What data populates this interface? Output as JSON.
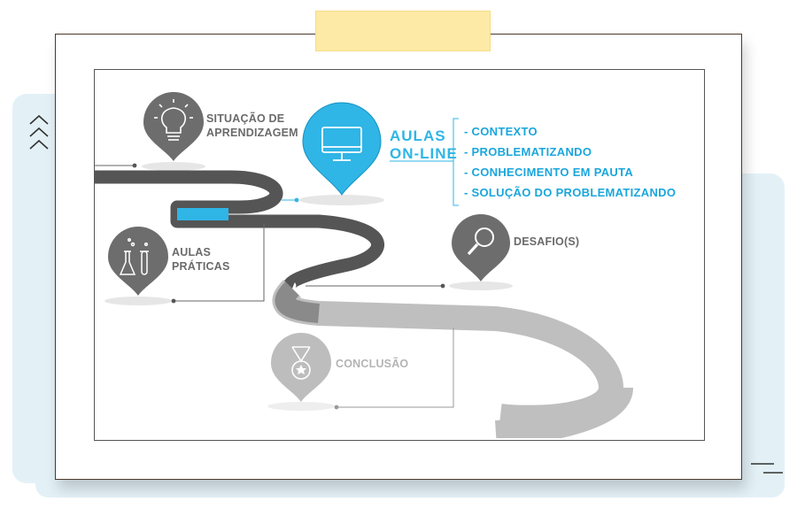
{
  "stages": {
    "situacao": {
      "lines": [
        "SITUAÇÃO DE",
        "APRENDIZAGEM"
      ],
      "icon": "lightbulb-icon"
    },
    "aulas_online": {
      "lines": [
        "AULAS",
        "ON-LINE"
      ],
      "icon": "monitor-icon"
    },
    "aulas_praticas": {
      "lines": [
        "AULAS",
        "PRÁTICAS"
      ],
      "icon": "lab-flasks-icon"
    },
    "desafios": {
      "lines": [
        "DESAFIO(S)"
      ],
      "icon": "magnifier-icon"
    },
    "conclusao": {
      "lines": [
        "CONCLUSÃO"
      ],
      "icon": "medal-icon"
    }
  },
  "online_topics": [
    "- CONTEXTO",
    "- PROBLEMATIZANDO",
    "- CONHECIMENTO EM PAUTA",
    "- SOLUÇÃO DO PROBLEMATIZANDO"
  ],
  "colors": {
    "accent_blue": "#2fb5e6",
    "pin_dark": "#6d6d6d",
    "pin_light": "#bdbdbd",
    "road_dark": "#555555",
    "road_mid": "#7c7c7c",
    "road_light": "#bfbfbf",
    "frame": "#4a3a2e",
    "background_blob": "#e3f1f7",
    "tape": "#fdeaa6"
  }
}
